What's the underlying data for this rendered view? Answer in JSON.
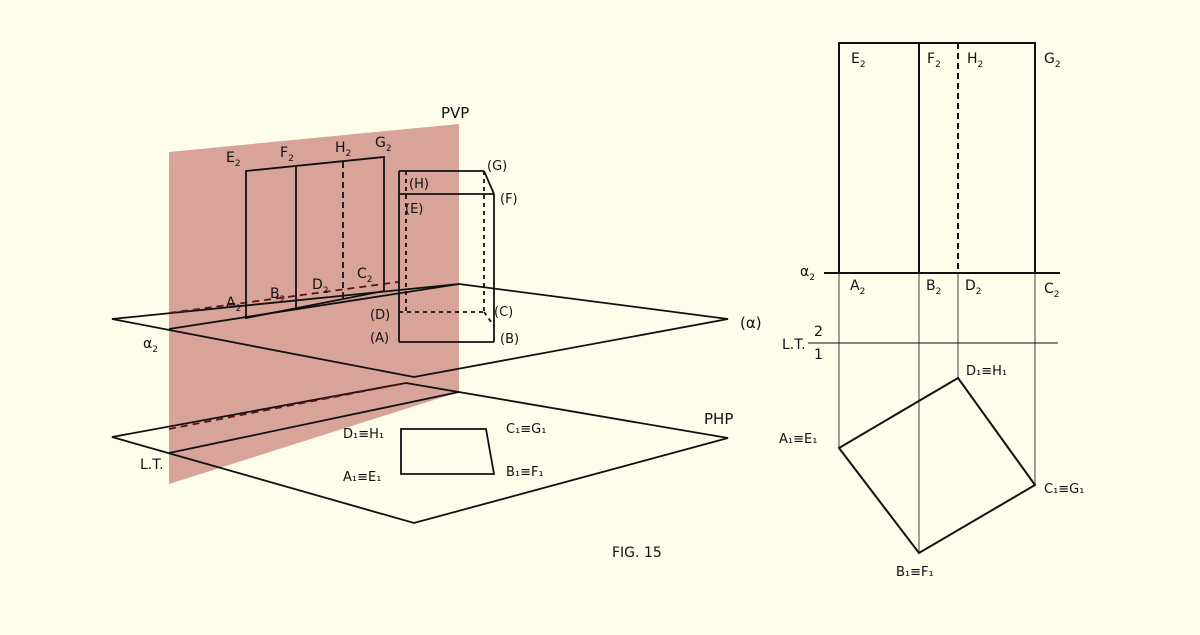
{
  "colors": {
    "background": "#fdfdea",
    "plane": "#d8a399",
    "line": "#111111"
  },
  "figure_caption": "FIG. 15",
  "perspective": {
    "vertical_plane_label": "PVP",
    "horizontal_plane_label": "PHP",
    "alpha_plane_label": "(α)",
    "alpha_trace_label": {
      "main": "α",
      "sub": "2"
    },
    "ground_line_label": "L.T.",
    "projection_labels_v": [
      {
        "key": "E2",
        "main": "E",
        "sub": "2"
      },
      {
        "key": "F2",
        "main": "F",
        "sub": "2"
      },
      {
        "key": "H2",
        "main": "H",
        "sub": "2"
      },
      {
        "key": "G2",
        "main": "G",
        "sub": "2"
      },
      {
        "key": "A2",
        "main": "A",
        "sub": "2"
      },
      {
        "key": "B2",
        "main": "B",
        "sub": "2"
      },
      {
        "key": "D2",
        "main": "D",
        "sub": "2"
      },
      {
        "key": "C2",
        "main": "C",
        "sub": "2"
      }
    ],
    "prism_labels": [
      "(G)",
      "(H)",
      "(F)",
      "(E)",
      "(C)",
      "(D)",
      "(A)",
      "(B)"
    ],
    "horizontal_projection_labels": [
      {
        "key": "DH",
        "text": "D₁≡H₁"
      },
      {
        "key": "CG",
        "text": "C₁≡G₁"
      },
      {
        "key": "AE",
        "text": "A₁≡E₁"
      },
      {
        "key": "BF",
        "text": "B₁≡F₁"
      }
    ]
  },
  "orthographic": {
    "top_labels": [
      {
        "key": "E2",
        "main": "E",
        "sub": "2"
      },
      {
        "key": "F2",
        "main": "F",
        "sub": "2"
      },
      {
        "key": "H2",
        "main": "H",
        "sub": "2"
      },
      {
        "key": "G2",
        "main": "G",
        "sub": "2"
      }
    ],
    "bottom_labels": [
      {
        "key": "A2",
        "main": "A",
        "sub": "2"
      },
      {
        "key": "B2",
        "main": "B",
        "sub": "2"
      },
      {
        "key": "D2",
        "main": "D",
        "sub": "2"
      },
      {
        "key": "C2",
        "main": "C",
        "sub": "2"
      }
    ],
    "alpha_trace_label": {
      "main": "α",
      "sub": "2"
    },
    "ground_line_label": "L.T.",
    "ground_line_upper": "2",
    "ground_line_lower": "1",
    "plan_labels": [
      {
        "key": "DH",
        "text": "D₁≡H₁"
      },
      {
        "key": "AE",
        "text": "A₁≡E₁"
      },
      {
        "key": "CG",
        "text": "C₁≡G₁"
      },
      {
        "key": "BF",
        "text": "B₁≡F₁"
      }
    ]
  }
}
